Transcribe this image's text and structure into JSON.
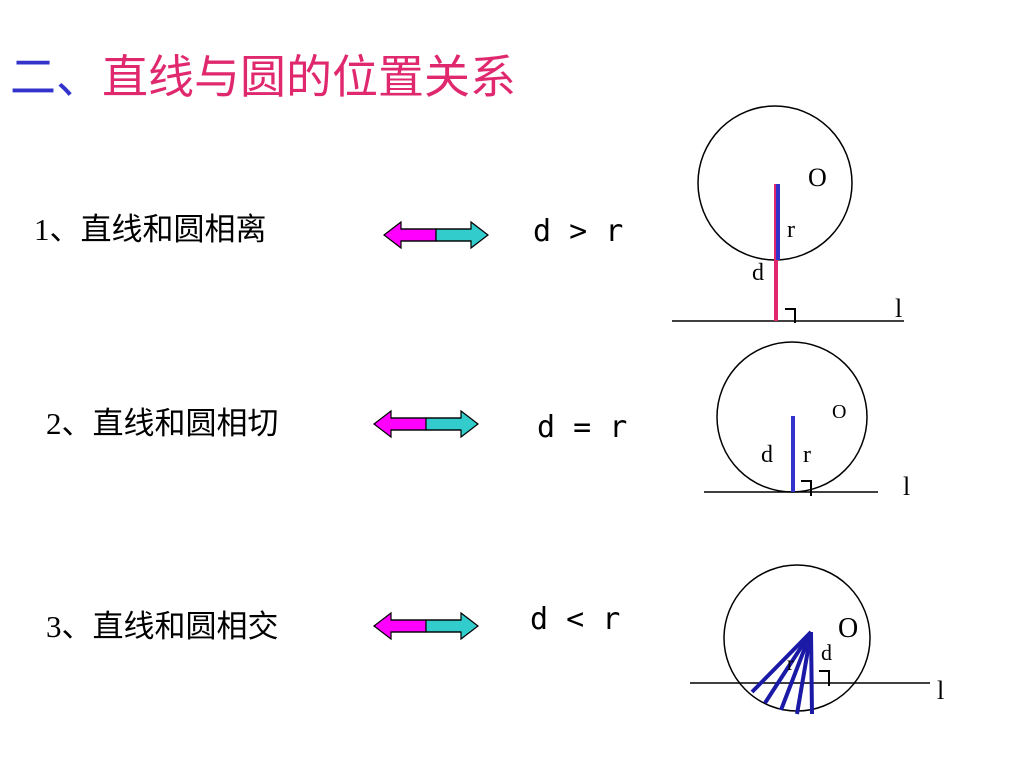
{
  "title": {
    "prefix": "二、",
    "text": "直线与圆的位置关系"
  },
  "rows": [
    {
      "index": "1、",
      "label": "直线和圆相离",
      "relation": "d > r",
      "center_label": "O",
      "radius_label": "r",
      "distance_label": "d",
      "line_label": "l"
    },
    {
      "index": "2、",
      "label": "直线和圆相切",
      "relation": "d = r",
      "center_label": "O",
      "radius_label": "r",
      "distance_label": "d",
      "line_label": "l"
    },
    {
      "index": "3、",
      "label": "直线和圆相交",
      "relation": "d < r",
      "center_label": "O",
      "radius_label": "r",
      "distance_label": "d",
      "line_label": "l"
    }
  ],
  "colors": {
    "title_prefix": "#3333cc",
    "title_text": "#e0286e",
    "arrow_left": "#ff00ff",
    "arrow_right": "#33cccc",
    "radius_blue": "#3333cc",
    "distance_pink": "#e0286e",
    "chord_blue": "#1a1aa6"
  },
  "icons": [
    "double-arrow-icon",
    "right-angle-mark-icon"
  ]
}
